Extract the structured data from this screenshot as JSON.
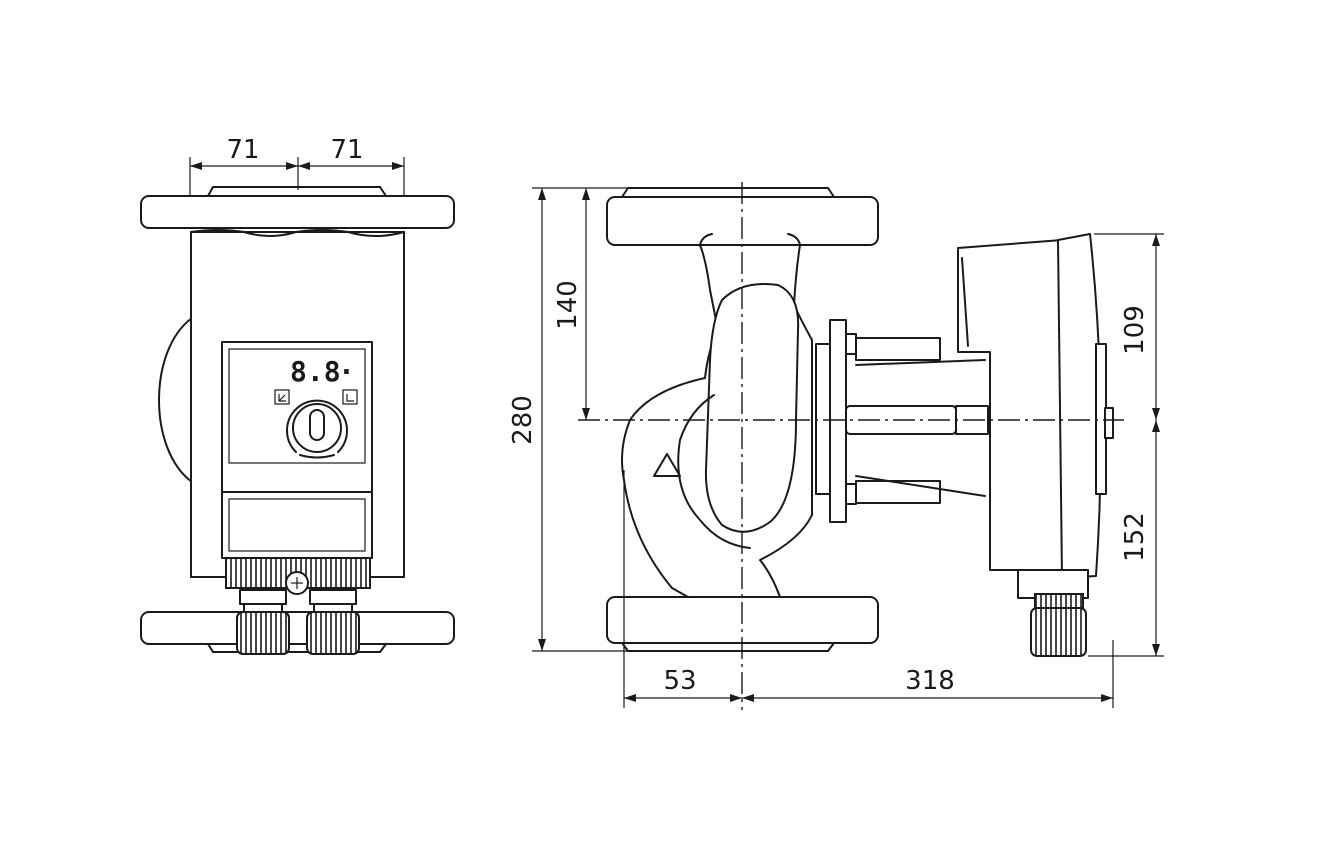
{
  "front_view": {
    "dim_left": "71",
    "dim_right": "71",
    "display_readout": "8.8",
    "display_dot": "·"
  },
  "side_view": {
    "dim_overall_height": "280",
    "dim_upper_height": "140",
    "dim_motor_upper": "109",
    "dim_motor_lower": "152",
    "dim_left_offset": "53",
    "dim_right_length": "318"
  },
  "colors": {
    "line": "#1a1a1a",
    "background": "#ffffff"
  }
}
